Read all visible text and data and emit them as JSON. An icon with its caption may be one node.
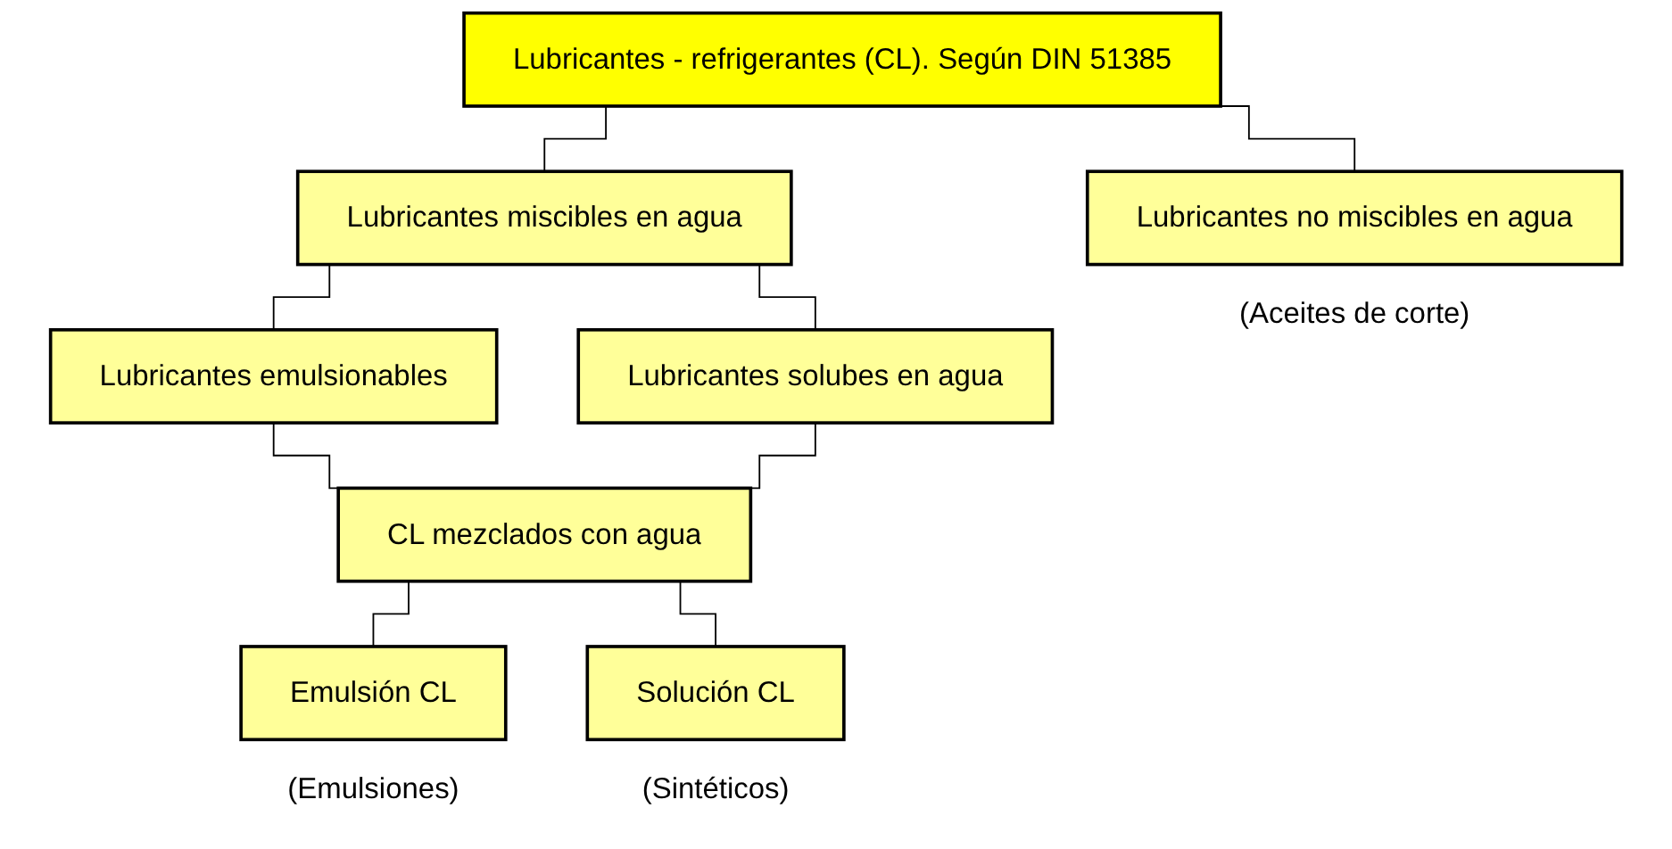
{
  "diagram": {
    "nodes": [
      {
        "text": [
          "Lubricantes - refrigerantes (CL).  Según DIN 51385"
        ]
      },
      {
        "text": [
          "Lubricantes no miscibles en agua"
        ],
        "beside": [
          "(Aceites de corte)"
        ]
      },
      {
        "text": [
          "Lubricantes miscibles en agua"
        ]
      },
      {
        "text": [
          "Lubricantes emulsionables"
        ]
      },
      {
        "text": [
          "Lubricantes solubes en agua"
        ]
      },
      {
        "text": [
          "CL mezclados con agua"
        ]
      },
      {
        "text": [
          "Emulsión CL"
        ],
        "beside": [
          "(Emulsiones)"
        ]
      },
      {
        "text": [
          "Solución CL"
        ],
        "beside": [
          "(Sintéticos)"
        ]
      }
    ],
    "edges": [
      {
        "from": 0,
        "to": 1,
        "arrow": "none"
      },
      {
        "from": 0,
        "to": 2,
        "arrow": "none"
      },
      {
        "from": 2,
        "to": 3,
        "arrow": "none"
      },
      {
        "from": 2,
        "to": 4,
        "arrow": "none"
      },
      {
        "from": 3,
        "to": 5,
        "arrow": "none"
      },
      {
        "from": 4,
        "to": 5,
        "arrow": "none"
      },
      {
        "from": 5,
        "to": 6,
        "arrow": "none"
      },
      {
        "from": 5,
        "to": 7,
        "arrow": "none"
      }
    ]
  }
}
